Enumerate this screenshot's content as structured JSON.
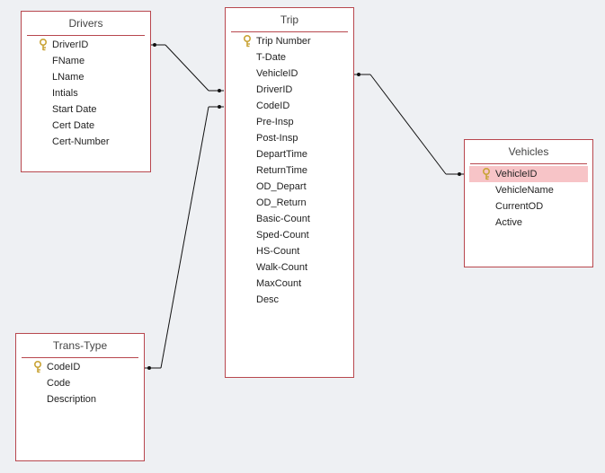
{
  "colors": {
    "border": "#b8474e",
    "selected_row": "#f7c4c7",
    "background": "#eef0f3",
    "key": "#c9a437"
  },
  "tables": {
    "drivers": {
      "title": "Drivers",
      "fields": [
        "DriverID",
        "FName",
        "LName",
        "Intials",
        "Start Date",
        "Cert Date",
        "Cert-Number"
      ]
    },
    "trip": {
      "title": "Trip",
      "fields": [
        "Trip Number",
        "T-Date",
        "VehicleID",
        "DriverID",
        "CodeID",
        "Pre-Insp",
        "Post-Insp",
        "DepartTime",
        "ReturnTime",
        "OD_Depart",
        "OD_Return",
        "Basic-Count",
        "Sped-Count",
        "HS-Count",
        "Walk-Count",
        "MaxCount",
        "Desc"
      ]
    },
    "vehicles": {
      "title": "Vehicles",
      "fields": [
        "VehicleID",
        "VehicleName",
        "CurrentOD",
        "Active"
      ]
    },
    "trans_type": {
      "title": "Trans-Type",
      "fields": [
        "CodeID",
        "Code",
        "Description"
      ]
    }
  }
}
